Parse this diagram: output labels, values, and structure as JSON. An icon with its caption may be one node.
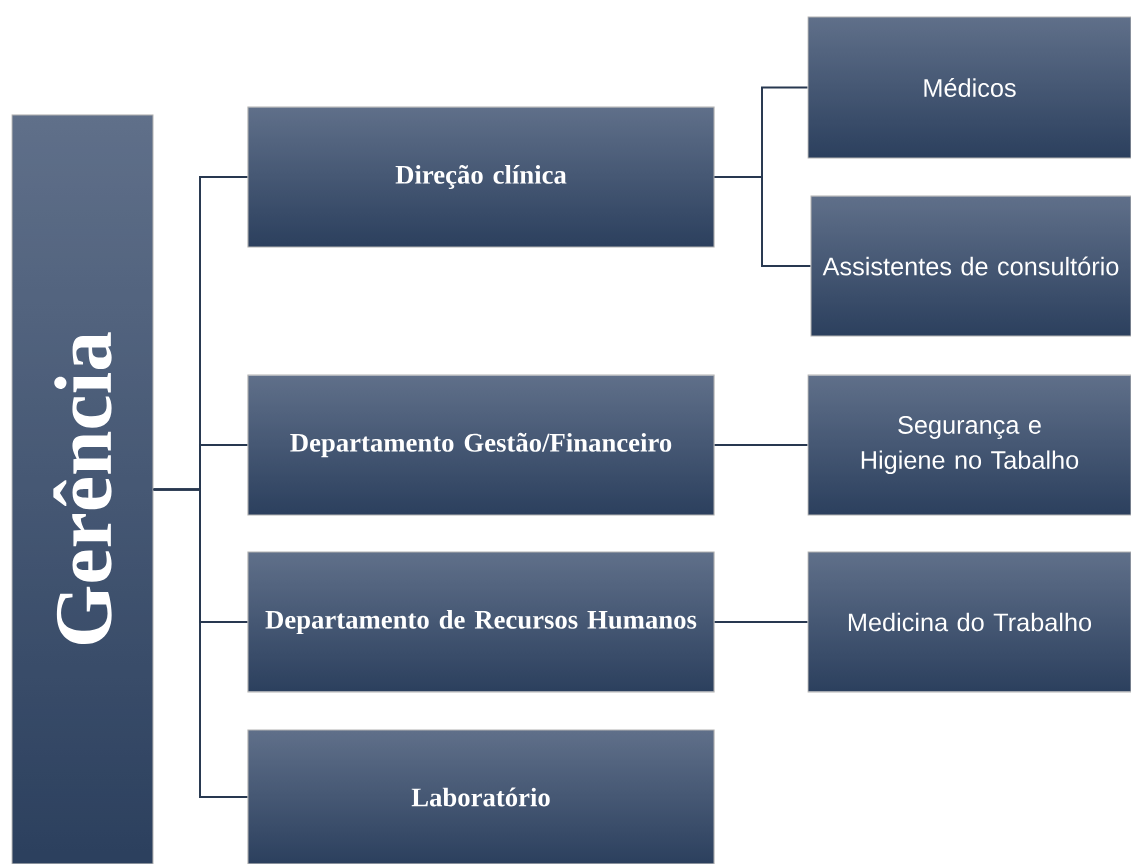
{
  "diagram": {
    "nodes": [
      {
        "text": [
          "Gerência"
        ]
      },
      {
        "text": [
          "Direção clínica"
        ]
      },
      {
        "text": [
          "Departamento Gestão/Financeiro"
        ]
      },
      {
        "text": [
          "Departamento de Recursos Humanos"
        ]
      },
      {
        "text": [
          "Laboratório"
        ]
      },
      {
        "text": [
          "Médicos"
        ]
      },
      {
        "text": [
          "Assistentes de consultório"
        ]
      },
      {
        "text": [
          "Segurança e Higiene no Tabalho"
        ]
      },
      {
        "text": [
          "Medicina do Trabalho"
        ]
      }
    ],
    "edges": [
      {
        "from": 0,
        "to": 1,
        "arrow": "none"
      },
      {
        "from": 0,
        "to": 2,
        "arrow": "none"
      },
      {
        "from": 0,
        "to": 3,
        "arrow": "none"
      },
      {
        "from": 0,
        "to": 4,
        "arrow": "none"
      },
      {
        "from": 1,
        "to": 5,
        "arrow": "none"
      },
      {
        "from": 1,
        "to": 6,
        "arrow": "none"
      },
      {
        "from": 2,
        "to": 7,
        "arrow": "none"
      },
      {
        "from": 3,
        "to": 8,
        "arrow": "none"
      }
    ]
  }
}
